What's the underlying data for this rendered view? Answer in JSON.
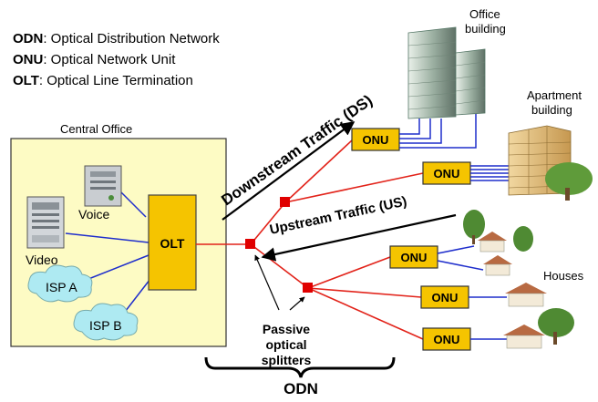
{
  "legend": {
    "odn_abbr": "ODN",
    "odn_text": ": Optical Distribution Network",
    "onu_abbr": "ONU",
    "onu_text": ": Optical Network Unit",
    "olt_abbr": "OLT",
    "olt_text": ":  Optical Line Termination"
  },
  "central_office": {
    "title": "Central Office",
    "olt_label": "OLT",
    "voice_label": "Voice",
    "video_label": "Video",
    "isp_a_label": "ISP A",
    "isp_b_label": "ISP B"
  },
  "traffic": {
    "downstream": "Downstream Traffic (DS)",
    "upstream": "Upstream Traffic (US)"
  },
  "onu_label": "ONU",
  "buildings": {
    "office_line1": "Office",
    "office_line2": "building",
    "apartment_line1": "Apartment",
    "apartment_line2": "building",
    "houses": "Houses"
  },
  "splitters": {
    "line1": "Passive",
    "line2": "optical",
    "line3": "splitters"
  },
  "odn_label": "ODN",
  "colors": {
    "central_office_bg": "#fdfbc4",
    "olt_fill": "#f5c400",
    "onu_fill": "#f5c400",
    "fiber": "#e2231a",
    "splitter": "#e00000",
    "link": "#1f2ecc",
    "cloud": "#aeeaf2"
  }
}
